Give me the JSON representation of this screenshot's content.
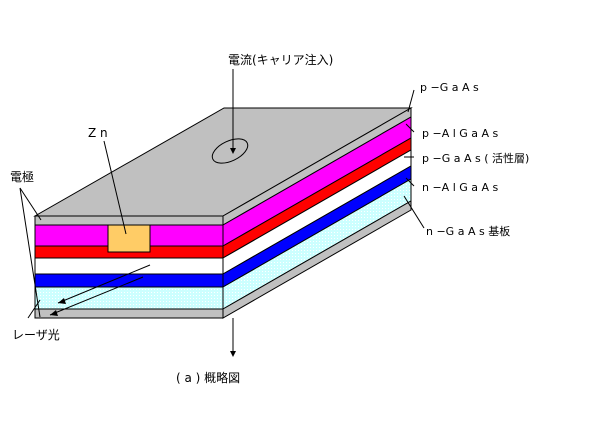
{
  "labels": {
    "current": "電流(キャリア注入)",
    "zn": "Z n",
    "electrode": "電極",
    "laser": "レーザ光",
    "caption": "( a ) 概略図",
    "p_gaas_top": "p −G a A s",
    "p_algaas": "p −A l G a A s",
    "p_gaas_active": "p −G a A s ( 活性層)",
    "n_algaas": "n −A l G a A s",
    "n_gaas_substrate": "n −G a A s 基板"
  },
  "colors": {
    "electrode": "#c0c0c0",
    "p_algaas": "#ff00ff",
    "active": "#ff0000",
    "p_gaas": "#ffffff",
    "n_algaas": "#0000ff",
    "substrate": "#ccffff",
    "zn": "#ffcc66"
  }
}
